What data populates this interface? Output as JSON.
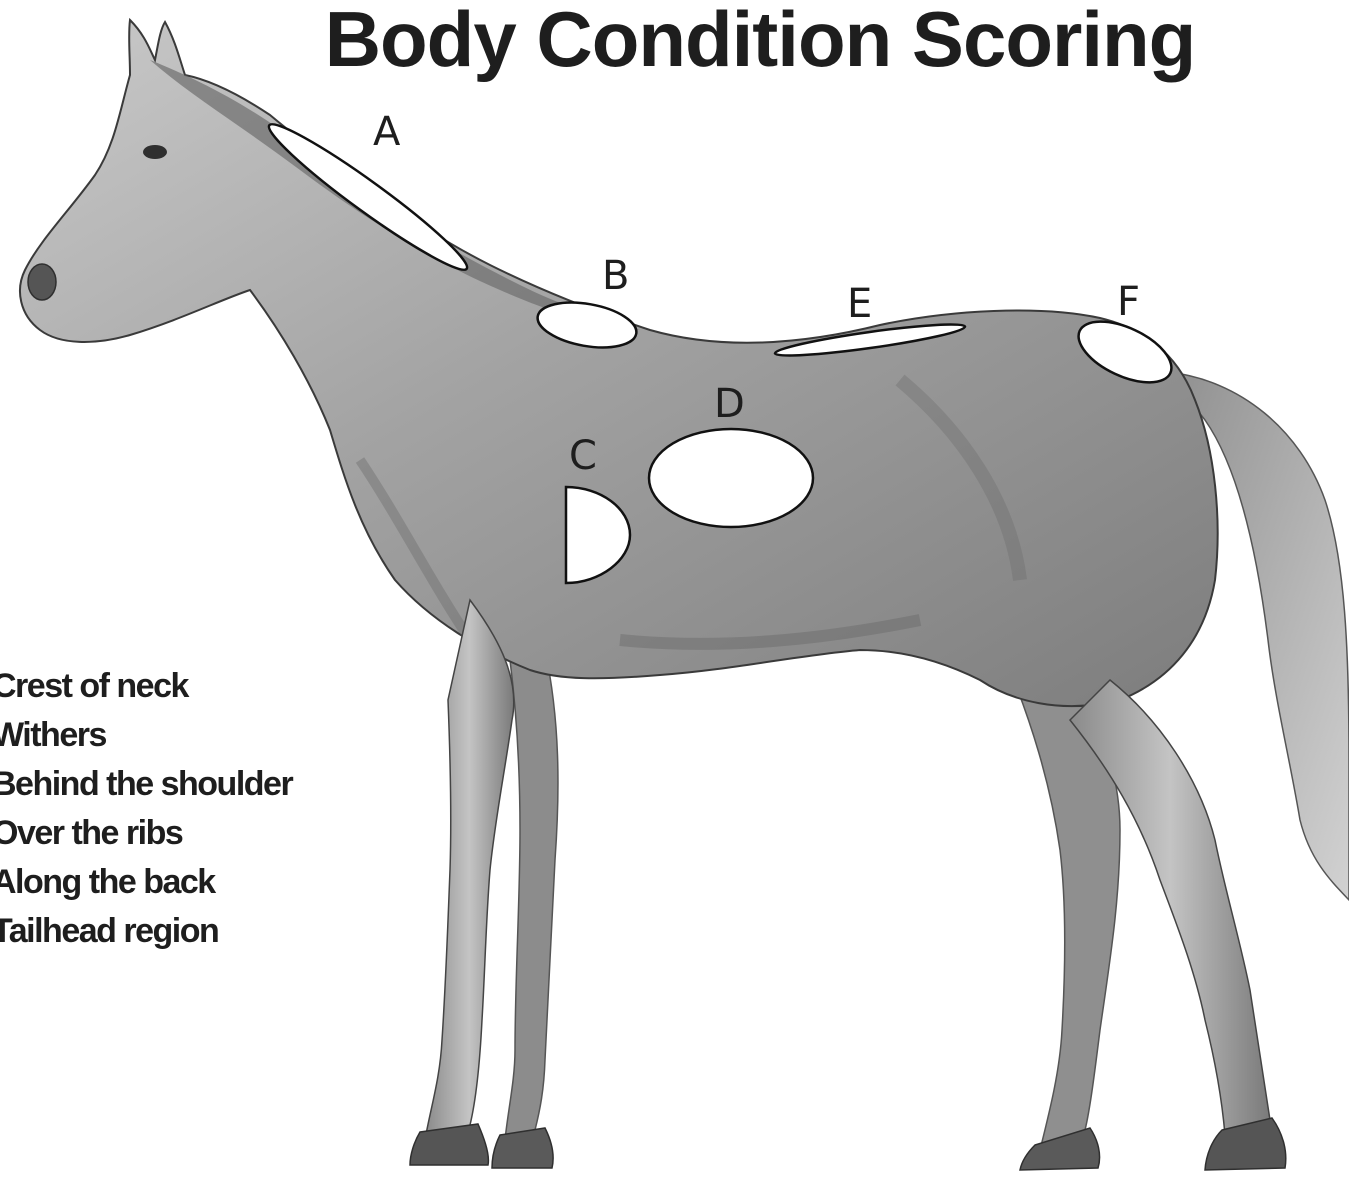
{
  "title": "Body Condition Scoring",
  "regions": [
    {
      "letter": "A",
      "name": "Crest of neck"
    },
    {
      "letter": "B",
      "name": "Withers"
    },
    {
      "letter": "C",
      "name": "Behind the shoulder"
    },
    {
      "letter": "D",
      "name": "Over the ribs"
    },
    {
      "letter": "E",
      "name": "Along the back"
    },
    {
      "letter": "F",
      "name": "Tailhead region"
    }
  ]
}
